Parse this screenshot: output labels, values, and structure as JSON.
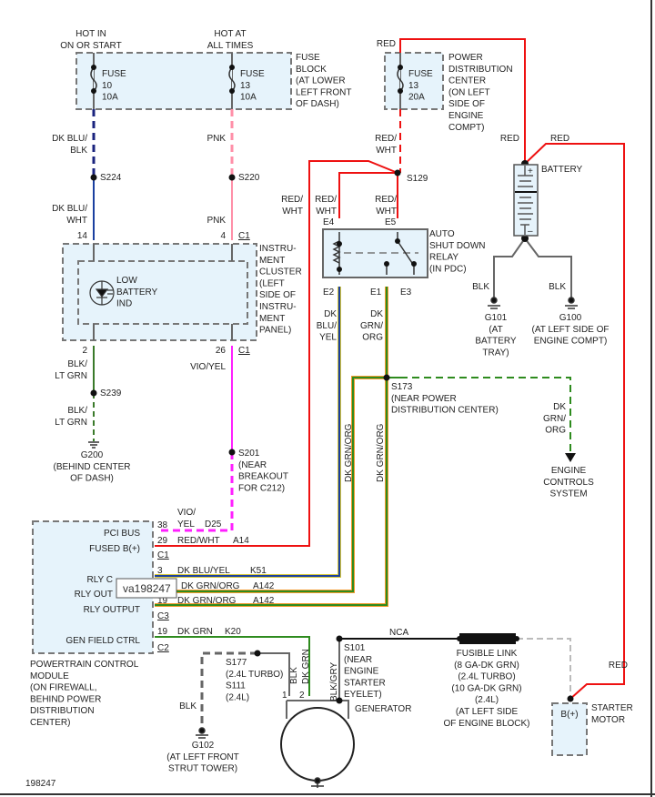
{
  "diagram_id": "198247",
  "tooltip": "va198247",
  "colors": {
    "red": "#ee1111",
    "dk_blu": "#1a237e",
    "pink": "#ff8fa8",
    "magenta": "#ff1fff",
    "dk_grn": "#2e8b1e",
    "yellow": "#e8d84a",
    "orange": "#f39a2c",
    "gray": "#666666",
    "box_fill": "#e6f3fb"
  },
  "fuse_block": {
    "hot_in": [
      "HOT IN",
      "ON OR START"
    ],
    "hot_at": [
      "HOT AT",
      "ALL TIMES"
    ],
    "fuse10": [
      "FUSE",
      "10",
      "10A"
    ],
    "fuse13": [
      "FUSE",
      "13",
      "10A"
    ],
    "label": [
      "FUSE",
      "BLOCK",
      "(AT LOWER",
      "LEFT FRONT",
      "OF DASH)"
    ]
  },
  "pdc": {
    "wire_in": "RED",
    "fuse": [
      "FUSE",
      "13",
      "20A"
    ],
    "label": [
      "POWER",
      "DISTRIBUTION",
      "CENTER",
      "(ON LEFT",
      "SIDE OF",
      "ENGINE",
      "COMPT)"
    ],
    "wire_out": [
      "RED/",
      "WHT"
    ]
  },
  "wires": {
    "dk_blu_blk": [
      "DK BLU/",
      "BLK"
    ],
    "s224": "S224",
    "dk_blu_wht": [
      "DK BLU/",
      "WHT"
    ],
    "pnk_top": "PNK",
    "s220": "S220",
    "pnk_bot": "PNK",
    "pin14": "14",
    "pin4": "4",
    "c1_top": "C1",
    "pin2": "2",
    "pin26": "26",
    "c1_bot": "C1",
    "blk_lt_grn_1": [
      "BLK/",
      "LT GRN"
    ],
    "s239": "S239",
    "blk_lt_grn_2": [
      "BLK/",
      "LT GRN"
    ],
    "g200": [
      "G200",
      "(BEHIND CENTER",
      "OF DASH)"
    ],
    "vio_yel": "VIO/YEL",
    "s201": [
      "S201",
      "(NEAR",
      "BREAKOUT",
      "FOR C212)"
    ],
    "red_wht_left": [
      "RED/",
      "WHT"
    ],
    "red_wht_e4": [
      "RED/",
      "WHT"
    ],
    "red_wht_e5": [
      "RED/",
      "WHT"
    ],
    "s129": "S129",
    "dk_blu_yel_v": [
      "DK",
      "BLU/",
      "YEL"
    ],
    "dk_grn_org_v": [
      "DK",
      "GRN/",
      "ORG"
    ],
    "dk_grn_org_rot1": "DK GRN/ORG",
    "dk_grn_org_rot2": "DK GRN/ORG",
    "s173": [
      "S173",
      "(NEAR POWER",
      "DISTRIBUTION CENTER)"
    ],
    "dk_grn_org_ecs": [
      "DK",
      "GRN/",
      "ORG"
    ],
    "engine_controls": [
      "ENGINE",
      "CONTROLS",
      "SYSTEM"
    ],
    "red_batt_1": "RED",
    "red_batt_2": "RED",
    "red_starter": "RED",
    "blk_g101": "BLK",
    "blk_g100": "BLK",
    "g101": [
      "G101",
      "(AT",
      "BATTERY",
      "TRAY)"
    ],
    "g100": [
      "G100",
      "(AT LEFT SIDE OF",
      "ENGINE COMPT)"
    ],
    "nca": "NCA",
    "s177": [
      "S177",
      "(2.4L TURBO)",
      "S111",
      "(2.4L)"
    ],
    "blk_g102": "BLK",
    "g102": [
      "G102",
      "(AT LEFT FRONT",
      "STRUT TOWER)"
    ],
    "gen_blk": "BLK",
    "gen_dk_grn": "DK GRN",
    "gen_blk_gry": "BLK/GRY",
    "gen_pin1": "1",
    "gen_pin2": "2",
    "s101": [
      "S101",
      "(NEAR",
      "ENGINE",
      "STARTER",
      "EYELET)"
    ],
    "fusible_link": [
      "FUSIBLE LINK",
      "(8 GA-DK GRN)",
      "(2.4L TURBO)",
      "(10 GA-DK GRN)",
      "(2.4L)",
      "(AT LEFT SIDE",
      "OF ENGINE BLOCK)"
    ]
  },
  "cluster": {
    "label": [
      "INSTRU-",
      "MENT",
      "CLUSTER",
      "(LEFT",
      "SIDE OF",
      "INSTRU-",
      "MENT",
      "PANEL)"
    ],
    "indicator": [
      "LOW",
      "BATTERY",
      "IND"
    ]
  },
  "relay": {
    "label": [
      "AUTO",
      "SHUT DOWN",
      "RELAY",
      "(IN PDC)"
    ],
    "e4": "E4",
    "e5": "E5",
    "e2": "E2",
    "e1": "E1",
    "e3": "E3"
  },
  "battery": {
    "label": "BATTERY",
    "plus": "+",
    "minus": "–"
  },
  "pcm": {
    "pins": [
      {
        "name": "PCI BUS",
        "pin": "38",
        "wire": [
          "VIO/",
          "YEL"
        ],
        "circuit": "D25"
      },
      {
        "name": "FUSED B(+)",
        "pin": "29",
        "wire": "RED/WHT",
        "circuit": "A14",
        "conn": "C1"
      },
      {
        "name": "RLY C",
        "pin": "3",
        "wire": "DK BLU/YEL",
        "circuit": "K51"
      },
      {
        "name": "RLY OUT",
        "pin": "",
        "wire": "DK GRN/ORG",
        "circuit": "A142"
      },
      {
        "name": "RLY OUTPUT",
        "pin": "19",
        "wire": "DK GRN/ORG",
        "circuit": "A142",
        "conn": "C3"
      },
      {
        "name": "GEN FIELD CTRL",
        "pin": "19",
        "wire": "DK GRN",
        "circuit": "K20",
        "conn": "C2"
      }
    ],
    "label": [
      "POWERTRAIN CONTROL",
      "MODULE",
      "(ON FIREWALL,",
      "BEHIND POWER",
      "DISTRIBUTION",
      "CENTER)"
    ]
  },
  "generator": {
    "label": "GENERATOR"
  },
  "starter": {
    "terminal": "B(+)",
    "label": [
      "STARTER",
      "MOTOR"
    ]
  }
}
